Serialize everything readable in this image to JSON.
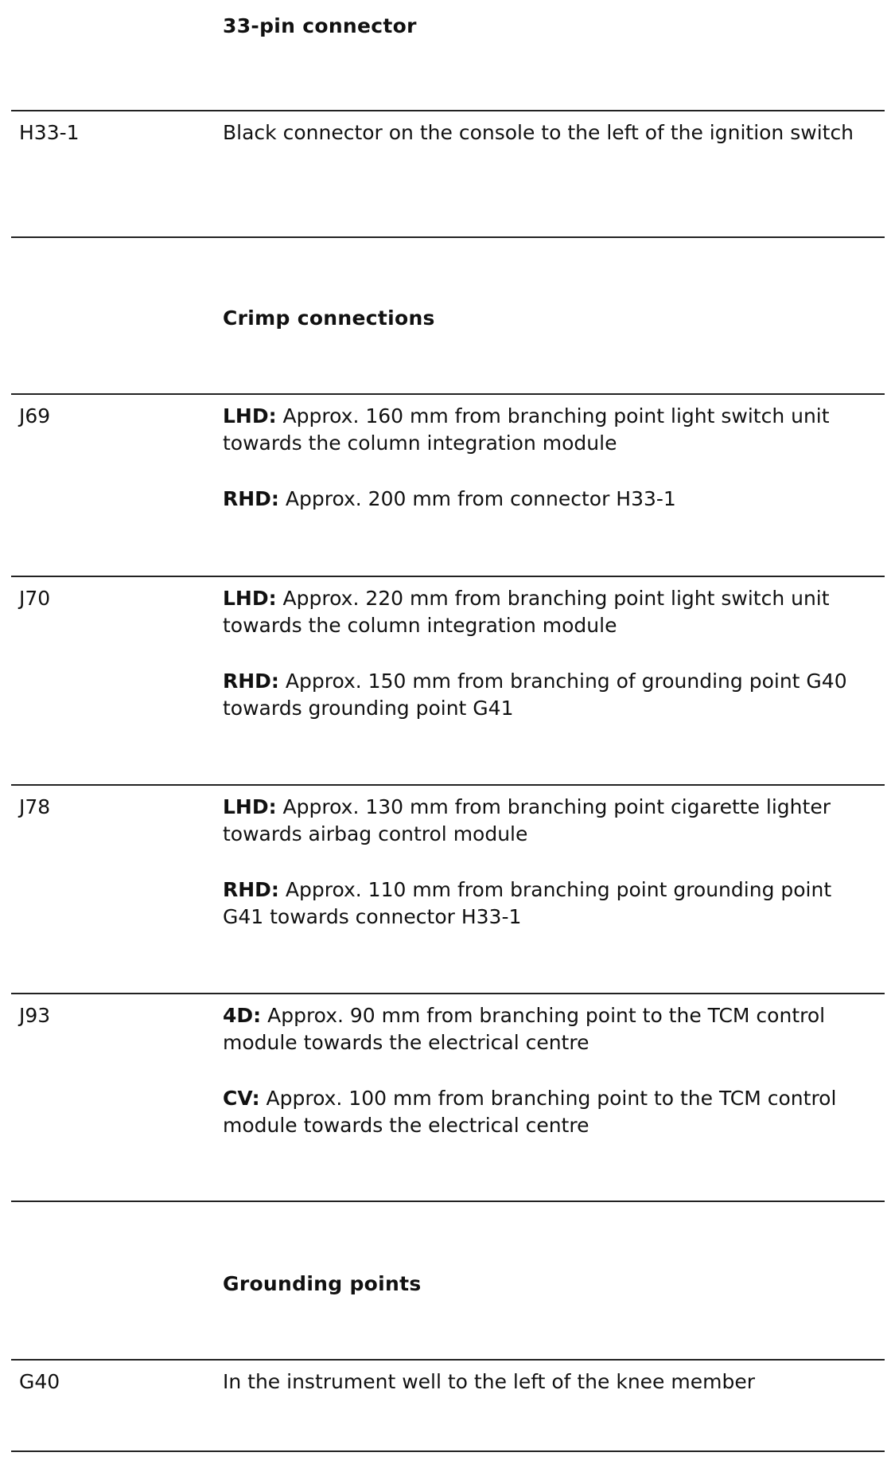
{
  "sections": {
    "connector": {
      "heading": "33-pin connector",
      "rows": [
        {
          "code": "H33-1",
          "desc": "Black connector on the console to the left of the ignition switch"
        }
      ]
    },
    "crimp": {
      "heading": "Crimp connections",
      "rows": [
        {
          "code": "J69",
          "items": [
            {
              "tag": "LHD:",
              "text": " Approx. 160 mm from branching point light switch unit towards the column integration module"
            },
            {
              "tag": "RHD:",
              "text": " Approx. 200 mm from connector H33-1"
            }
          ]
        },
        {
          "code": "J70",
          "items": [
            {
              "tag": "LHD:",
              "text": " Approx. 220 mm from branching point light switch unit towards the column integration module"
            },
            {
              "tag": "RHD:",
              "text": " Approx. 150 mm from branching of grounding point G40 towards grounding point G41"
            }
          ]
        },
        {
          "code": "J78",
          "items": [
            {
              "tag": "LHD:",
              "text": " Approx. 130 mm from branching point cigarette lighter towards airbag control module"
            },
            {
              "tag": "RHD:",
              "text": " Approx. 110 mm from branching point grounding point G41 towards connector H33-1"
            }
          ]
        },
        {
          "code": "J93",
          "items": [
            {
              "tag": "4D:",
              "text": " Approx. 90 mm from branching point to the TCM control module towards the electrical centre"
            },
            {
              "tag": "CV:",
              "text": " Approx. 100 mm from branching point to the TCM control module towards the electrical centre"
            }
          ]
        }
      ]
    },
    "grounding": {
      "heading": "Grounding points",
      "rows": [
        {
          "code": "G40",
          "desc": "In the instrument well to the left of the knee member"
        }
      ]
    }
  }
}
